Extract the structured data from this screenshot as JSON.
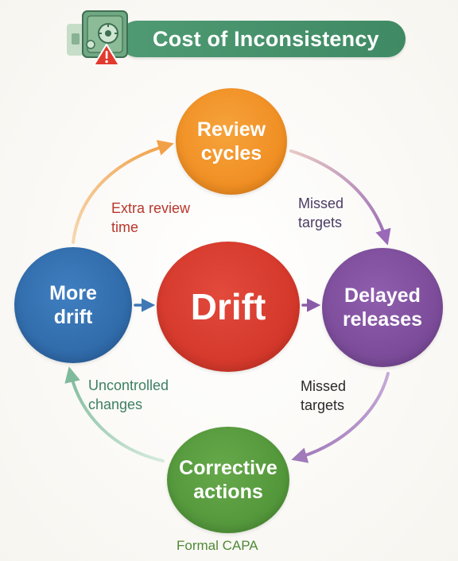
{
  "title": "Cost of Inconsistency",
  "icons": {
    "title_icon": "safe-with-warning-icon"
  },
  "colors": {
    "banner": "#4a9570",
    "review_cycles": "#ef8d21",
    "delayed_releases": "#7a4a98",
    "corrective_actions": "#52963a",
    "more_drift": "#2f69a8",
    "drift": "#d3372a"
  },
  "nodes": {
    "center": "Drift",
    "review_cycles": "Review\ncycles",
    "delayed_releases": "Delayed\nreleases",
    "corrective_actions": "Corrective\nactions",
    "more_drift": "More\ndrift"
  },
  "edges": {
    "more_to_review": "Extra review\ntime",
    "review_to_delayed": "Missed\ntargets",
    "delayed_to_corrective": "Missed\ntargets",
    "corrective_to_more": "Uncontrolled\nchanges"
  },
  "footnote": "Formal CAPA"
}
